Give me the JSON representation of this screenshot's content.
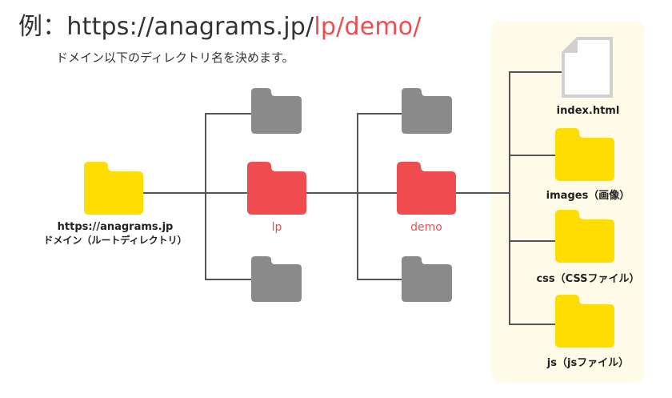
{
  "header": {
    "prefix": "例：https://anagrams.jp/",
    "highlight": "lp/demo/",
    "subtitle": "ドメイン以下のディレクトリ名を決めます。"
  },
  "colors": {
    "root_folder": "#ffdd00",
    "highlight_folder": "#f04c4f",
    "other_folder": "#8a8a8a",
    "file_panel": "#fefbe9",
    "connector": "#555555"
  },
  "tree": {
    "root": {
      "label_line1": "https://anagrams.jp",
      "label_line2": "ドメイン（ルートディレクトリ）",
      "icon": "folder-icon"
    },
    "level1": {
      "label": "lp",
      "icon": "folder-icon"
    },
    "level2": {
      "label": "demo",
      "icon": "folder-icon"
    },
    "contents": [
      {
        "label": "index.html",
        "icon": "file-icon"
      },
      {
        "label": "images（画像）",
        "icon": "folder-icon"
      },
      {
        "label": "css（CSSファイル）",
        "icon": "folder-icon"
      },
      {
        "label": "js（jsファイル）",
        "icon": "folder-icon"
      }
    ]
  }
}
